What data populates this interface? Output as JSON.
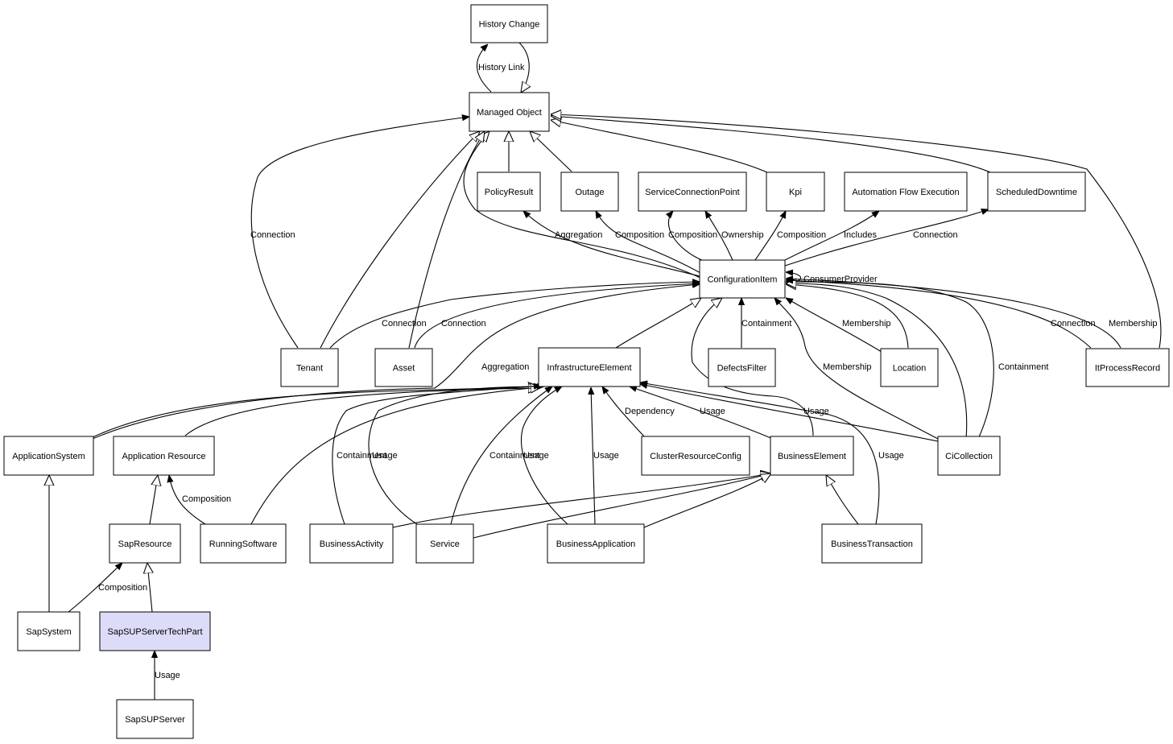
{
  "diagram": {
    "nodes": [
      {
        "id": "history-change",
        "label": "History Change"
      },
      {
        "id": "managed-object",
        "label": "Managed Object"
      },
      {
        "id": "policy-result",
        "label": "PolicyResult"
      },
      {
        "id": "outage",
        "label": "Outage"
      },
      {
        "id": "service-connection-point",
        "label": "ServiceConnectionPoint"
      },
      {
        "id": "kpi",
        "label": "Kpi"
      },
      {
        "id": "automation-flow-execution",
        "label": "Automation Flow Execution"
      },
      {
        "id": "scheduled-downtime",
        "label": "ScheduledDowntime"
      },
      {
        "id": "configuration-item",
        "label": "ConfigurationItem"
      },
      {
        "id": "tenant",
        "label": "Tenant"
      },
      {
        "id": "asset",
        "label": "Asset"
      },
      {
        "id": "infrastructure-element",
        "label": "InfrastructureElement"
      },
      {
        "id": "defects-filter",
        "label": "DefectsFilter"
      },
      {
        "id": "location",
        "label": "Location"
      },
      {
        "id": "it-process-record",
        "label": "ItProcessRecord"
      },
      {
        "id": "application-system",
        "label": "ApplicationSystem"
      },
      {
        "id": "application-resource",
        "label": "Application Resource"
      },
      {
        "id": "cluster-resource-config",
        "label": "ClusterResourceConfig"
      },
      {
        "id": "business-element",
        "label": "BusinessElement"
      },
      {
        "id": "ci-collection",
        "label": "CiCollection"
      },
      {
        "id": "sap-resource",
        "label": "SapResource"
      },
      {
        "id": "running-software",
        "label": "RunningSoftware"
      },
      {
        "id": "business-activity",
        "label": "BusinessActivity"
      },
      {
        "id": "service",
        "label": "Service"
      },
      {
        "id": "business-application",
        "label": "BusinessApplication"
      },
      {
        "id": "business-transaction",
        "label": "BusinessTransaction"
      },
      {
        "id": "sap-system",
        "label": "SapSystem"
      },
      {
        "id": "sap-sup-server-tech-part",
        "label": "SapSUPServerTechPart",
        "highlighted": true
      },
      {
        "id": "sap-sup-server",
        "label": "SapSUPServer"
      }
    ],
    "edge_labels": [
      "History Link",
      "Connection",
      "Aggregation",
      "Composition",
      "Composition",
      "Ownership",
      "Composition",
      "Includes",
      "Connection",
      "ConsumerProvider",
      "Connection",
      "Connection",
      "Aggregation",
      "Containment",
      "Membership",
      "Membership",
      "Containment",
      "Connection",
      "Membership",
      "Dependency",
      "Usage",
      "Usage",
      "Usage",
      "Containment",
      "Usage",
      "Containment",
      "Usage",
      "Usage",
      "Composition",
      "Composition",
      "Usage"
    ],
    "colors": {
      "highlight_fill": "#dcdcf8",
      "stroke": "#000000",
      "background": "#ffffff"
    }
  }
}
